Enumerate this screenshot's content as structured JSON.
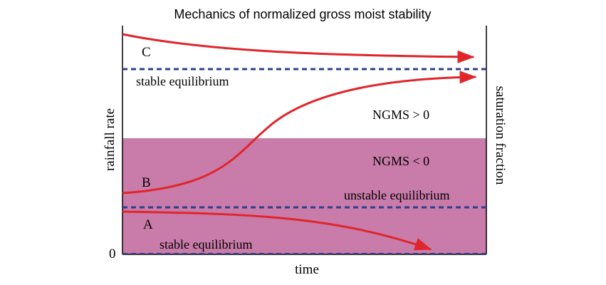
{
  "title": "Mechanics of normalized gross moist stability",
  "axes": {
    "x_label": "time",
    "y_label_left": "rainfall rate",
    "y_label_right": "saturation fraction",
    "y_zero_label": "0"
  },
  "regions": [
    {
      "name": "NGMS > 0",
      "label": "NGMS > 0",
      "color": "#ffffff"
    },
    {
      "name": "NGMS < 0",
      "label": "NGMS < 0",
      "color": "#c97ba9"
    }
  ],
  "equilibria": {
    "upper": "stable equilibrium",
    "middle": "unstable equilibrium",
    "lower": "stable equilibrium",
    "line_color": "#2b3f8f"
  },
  "curves": {
    "a": "A",
    "b": "B",
    "c": "C",
    "color": "#e0252b"
  }
}
